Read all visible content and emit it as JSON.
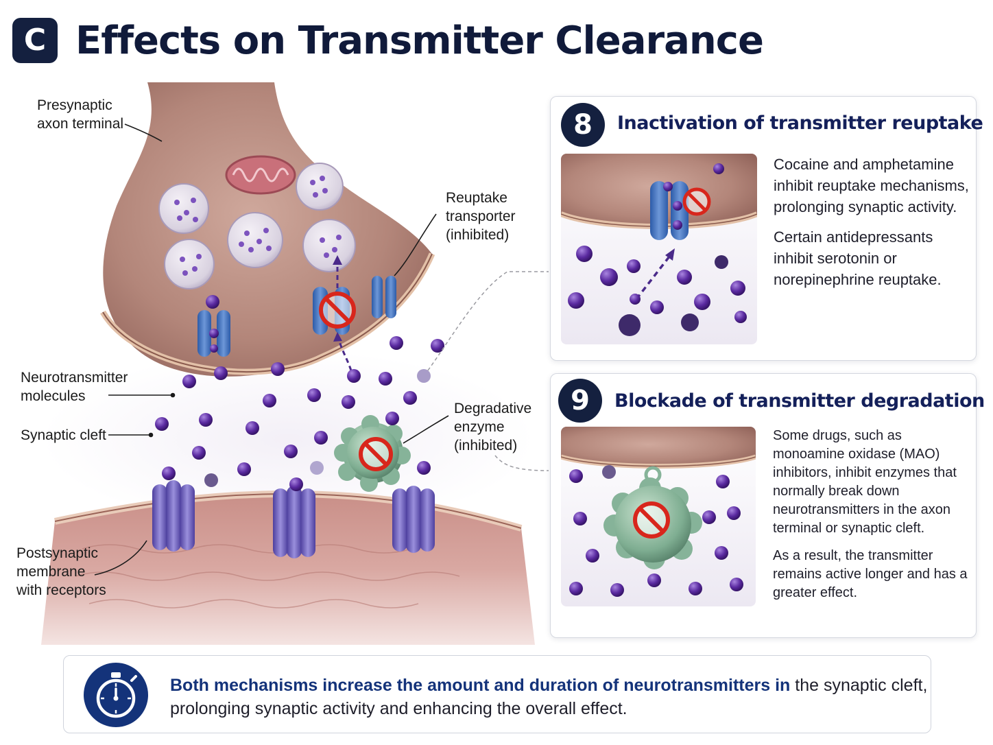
{
  "header": {
    "badge": "C",
    "title": "Effects on Transmitter Clearance"
  },
  "labels": {
    "presynaptic": [
      "Presynaptic",
      "axon terminal"
    ],
    "reuptake": [
      "Reuptake",
      "transporter",
      "(inhibited)"
    ],
    "neurotransmitter": [
      "Neurotransmitter",
      "molecules"
    ],
    "cleft": "Synaptic cleft",
    "enzyme": [
      "Degradative",
      "enzyme",
      "(inhibited)"
    ],
    "postsynaptic": [
      "Postsynaptic",
      "membrane",
      "with receptors"
    ]
  },
  "panels": [
    {
      "number": "8",
      "title": "Inactivation of transmitter reuptake",
      "paragraphs": [
        "Cocaine and amphetamine inhibit reuptake mechanisms, prolonging synaptic activity.",
        "Certain antidepressants inhibit serotonin or norepinephrine reuptake."
      ]
    },
    {
      "number": "9",
      "title": "Blockade of transmitter degradation",
      "paragraphs": [
        "Some drugs, such as monoamine oxidase (MAO) inhibitors, inhibit enzymes that normally break down neurotransmitters in the axon terminal or synaptic cleft.",
        "As a result, the transmitter remains active longer and has a greater effect."
      ]
    }
  ],
  "summary": {
    "bold": "Both mechanisms increase the amount and duration of neurotransmitters in",
    "rest": " the synaptic cleft,",
    "line2": "prolonging synaptic activity and enhancing the overall effect."
  },
  "icons": {
    "summary": "stopwatch-icon",
    "inhibited": "prohibition-icon"
  },
  "colors": {
    "navy": "#14203f",
    "title_blue": "#14205a",
    "molecule": "#5a2aa0",
    "transporter": "#3f6fbf",
    "receptor": "#6a5fbf",
    "enzyme": "#7fae92",
    "prohibit": "#d8261c"
  }
}
